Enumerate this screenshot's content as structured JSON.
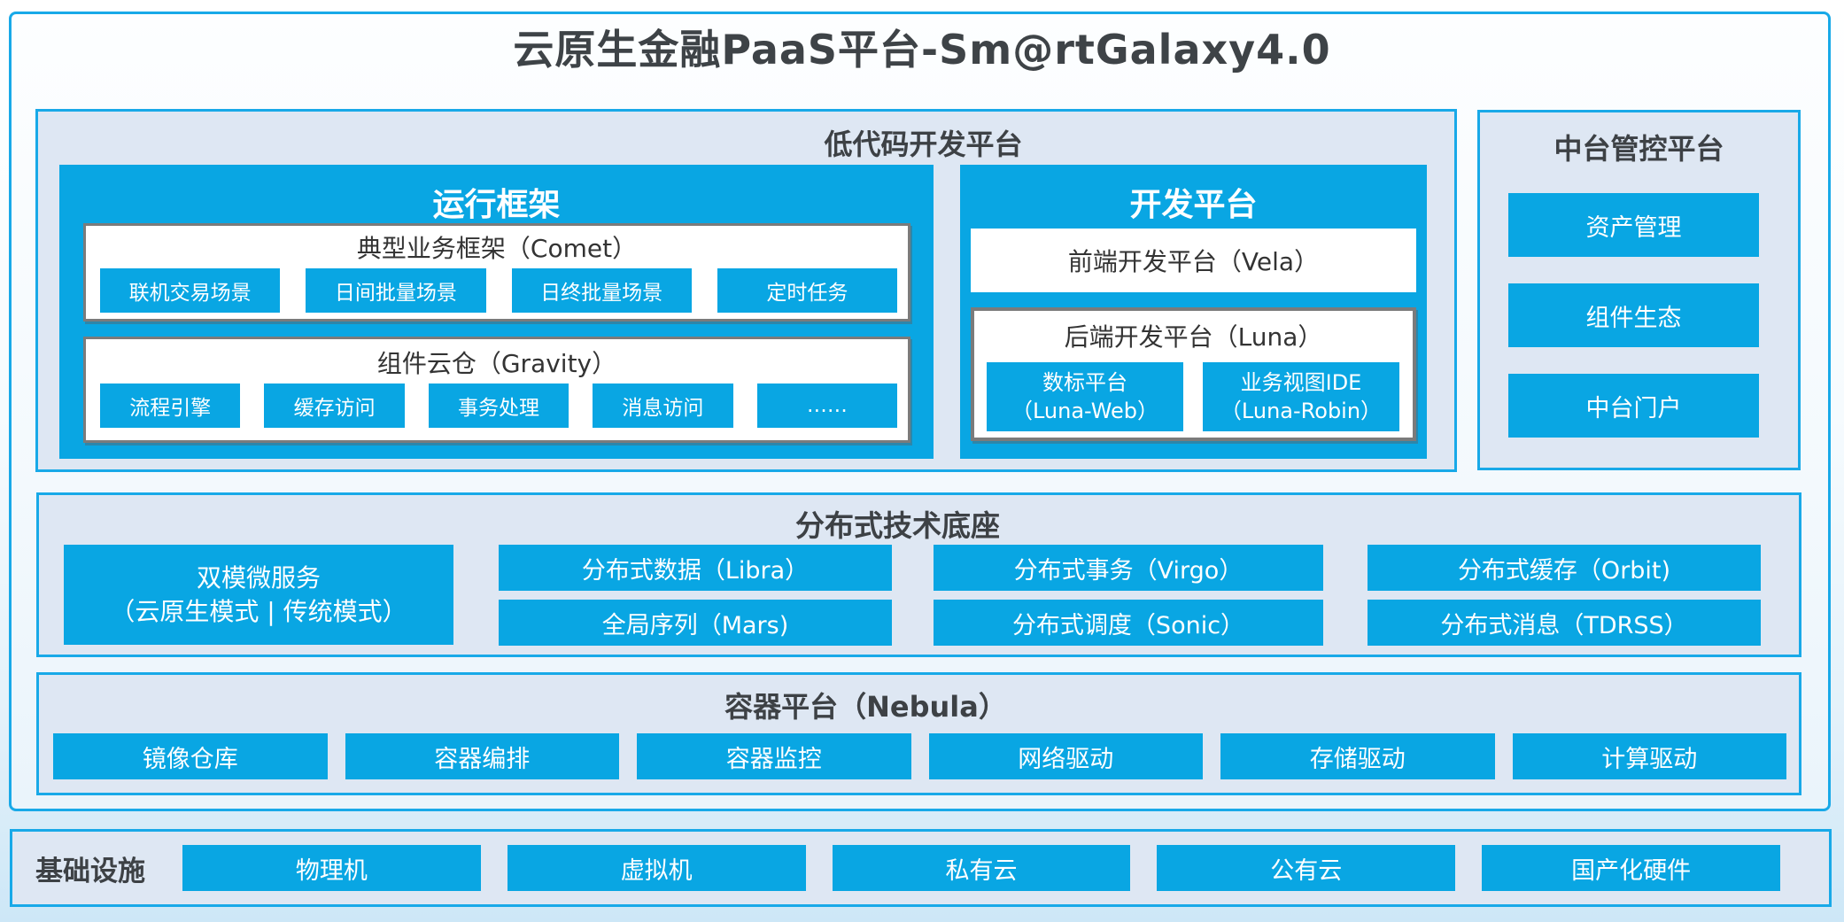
{
  "colors": {
    "accent_blue": "#09a6e3",
    "border_cyan": "#18a9e8",
    "panel_bg": "#dee7f3",
    "dark_text": "#3d4145",
    "gray_border": "#7b7b7b"
  },
  "title": "云原生金融PaaS平台-Sm@rtGalaxy4.0",
  "lowcode": {
    "title": "低代码开发平台",
    "runtime": {
      "title": "运行框架",
      "comet": {
        "title": "典型业务框架（Comet）",
        "items": [
          "联机交易场景",
          "日间批量场景",
          "日终批量场景",
          "定时任务"
        ]
      },
      "gravity": {
        "title": "组件云仓（Gravity）",
        "items": [
          "流程引擎",
          "缓存访问",
          "事务处理",
          "消息访问",
          "……"
        ]
      }
    },
    "dev": {
      "title": "开发平台",
      "vela": "前端开发平台（Vela）",
      "luna": {
        "title": "后端开发平台（Luna）",
        "items": [
          {
            "line1": "数标平台",
            "line2": "（Luna-Web）"
          },
          {
            "line1": "业务视图IDE",
            "line2": "（Luna-Robin）"
          }
        ]
      }
    }
  },
  "midplatform": {
    "title": "中台管控平台",
    "items": [
      "资产管理",
      "组件生态",
      "中台门户"
    ]
  },
  "distributed": {
    "title": "分布式技术底座",
    "dual": {
      "line1": "双模微服务",
      "line2": "（云原生模式 | 传统模式）"
    },
    "cols": [
      [
        "分布式数据（Libra）",
        "全局序列（Mars)"
      ],
      [
        "分布式事务（Virgo）",
        "分布式调度（Sonic）"
      ],
      [
        "分布式缓存（Orbit)",
        "分布式消息（TDRSS）"
      ]
    ]
  },
  "container": {
    "title": "容器平台（Nebula）",
    "items": [
      "镜像仓库",
      "容器编排",
      "容器监控",
      "网络驱动",
      "存储驱动",
      "计算驱动"
    ]
  },
  "infra": {
    "title": "基础设施",
    "items": [
      "物理机",
      "虚拟机",
      "私有云",
      "公有云",
      "国产化硬件"
    ]
  }
}
